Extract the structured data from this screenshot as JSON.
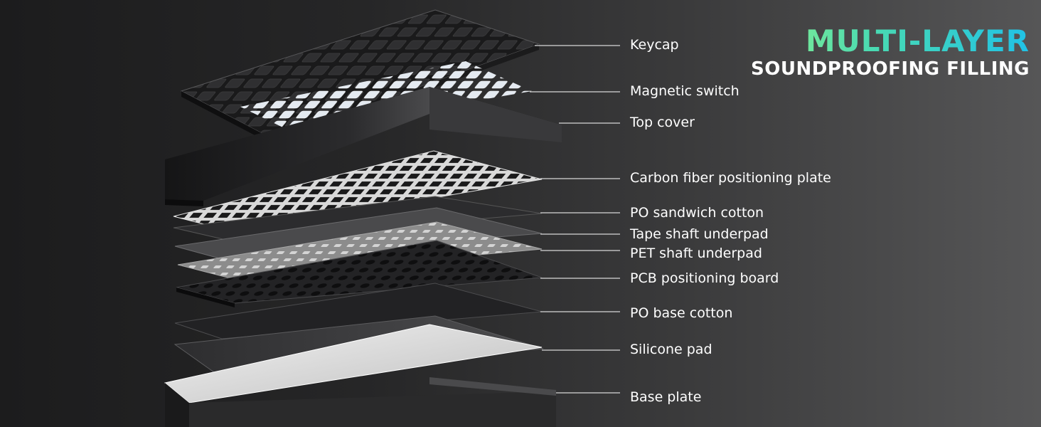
{
  "headline": {
    "line1": "MULTI-LAYER",
    "line2": "SOUNDPROOFING FILLING"
  },
  "layers": [
    "Keycap",
    "Magnetic switch",
    "Top cover",
    "Carbon fiber positioning plate",
    "PO sandwich cotton",
    "Tape shaft underpad",
    "PET shaft underpad",
    "PCB positioning board",
    "PO base cotton",
    "Silicone pad",
    "Base plate"
  ],
  "colors": {
    "headline_gradient_start": "#8cf08c",
    "headline_gradient_end": "#21c2e6",
    "label_text": "#ffffff",
    "leader_line": "#d8d8d8"
  }
}
